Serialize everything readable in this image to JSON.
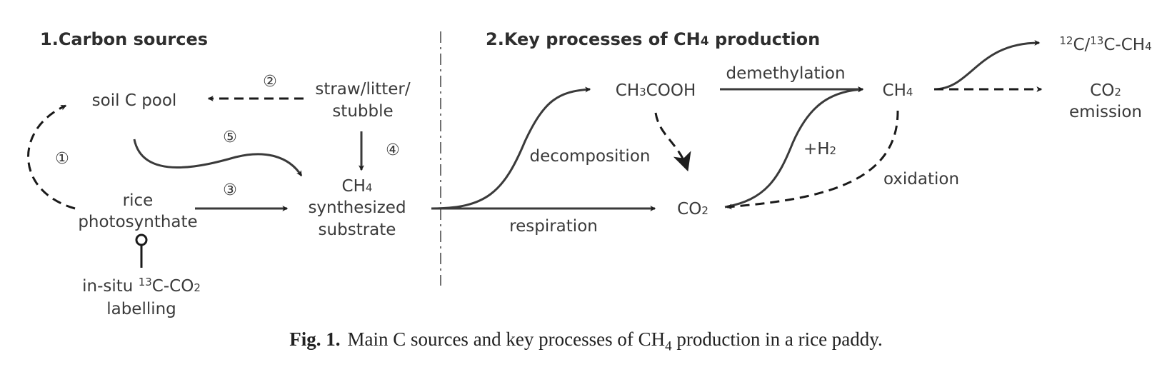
{
  "sections": {
    "left_title": "1.Carbon sources",
    "right_title_prefix": "2.Key processes of CH",
    "right_title_sub": "4",
    "right_title_suffix": " production"
  },
  "nodes": {
    "soil_c_pool": "soil C pool",
    "straw_line1": "straw/litter/",
    "straw_line2": "stubble",
    "rice_line1": "rice",
    "rice_line2": "photosynthate",
    "insitu_prefix": "in-situ ",
    "insitu_sup": "13",
    "insitu_mid": "C-CO",
    "insitu_sub": "2",
    "insitu_line2": "labelling",
    "substrate_ch": "CH",
    "substrate_sub": "4",
    "substrate_line2": "synthesized",
    "substrate_line3": "substrate",
    "ch3cooh_a": "CH",
    "ch3cooh_sub": "3",
    "ch3cooh_b": "COOH",
    "co2_main": "CO",
    "co2_main_sub": "2",
    "ch4_main": "CH",
    "ch4_main_sub": "4",
    "isotope_sup1": "12",
    "isotope_mid": "C/",
    "isotope_sup2": "13",
    "isotope_end": "C-CH",
    "isotope_sub": "4",
    "co2_emission": "CO",
    "co2_emission_sub": "2",
    "emission": "emission"
  },
  "edges": {
    "num1": "①",
    "num2": "②",
    "num3": "③",
    "num4": "④",
    "num5": "⑤",
    "decomposition": "decomposition",
    "respiration": "respiration",
    "demethylation": "demethylation",
    "plus_h": "+H",
    "plus_h_sub": "2",
    "oxidation": "oxidation"
  },
  "caption": {
    "fig_label": "Fig. 1.",
    "text_prefix": "Main C sources and key processes of CH",
    "text_sub": "4",
    "text_suffix": " production in a rice paddy."
  }
}
